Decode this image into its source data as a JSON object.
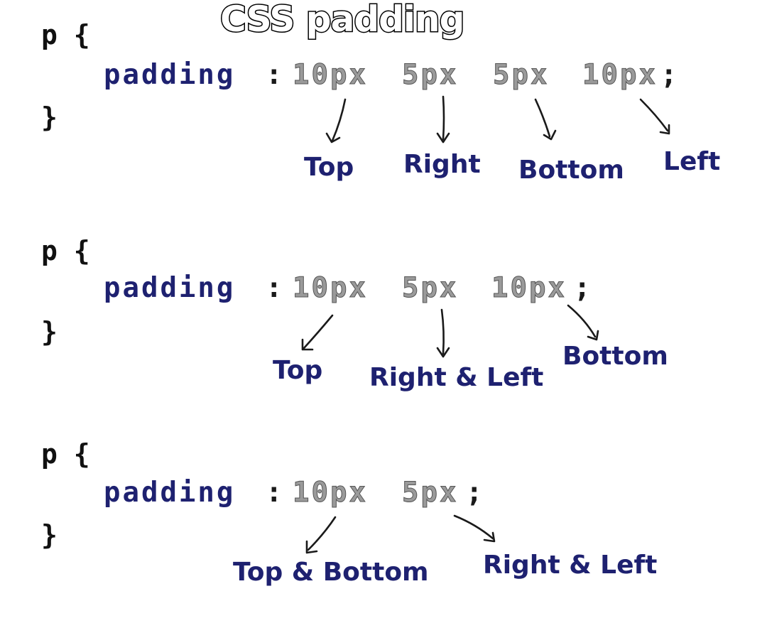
{
  "title": "CSS padding",
  "examples": [
    {
      "selector_open": "p {",
      "property": "padding",
      "colon": ":",
      "values": [
        "10px",
        "5px",
        "5px",
        "10px"
      ],
      "semicolon": ";",
      "close": "}",
      "labels": [
        "Top",
        "Right",
        "Bottom",
        "Left"
      ]
    },
    {
      "selector_open": "p {",
      "property": "padding",
      "colon": ":",
      "values": [
        "10px",
        "5px",
        "10px"
      ],
      "semicolon": ";",
      "close": "}",
      "labels": [
        "Top",
        "Right & Left",
        "Bottom"
      ]
    },
    {
      "selector_open": "p {",
      "property": "padding",
      "colon": ":",
      "values": [
        "10px",
        "5px"
      ],
      "semicolon": ";",
      "close": "}",
      "labels": [
        "Top & Bottom",
        "Right & Left"
      ]
    }
  ],
  "colors": {
    "label": "#1e2170",
    "property": "#1e2170",
    "value": "#9a9a9a",
    "text": "#111111"
  }
}
